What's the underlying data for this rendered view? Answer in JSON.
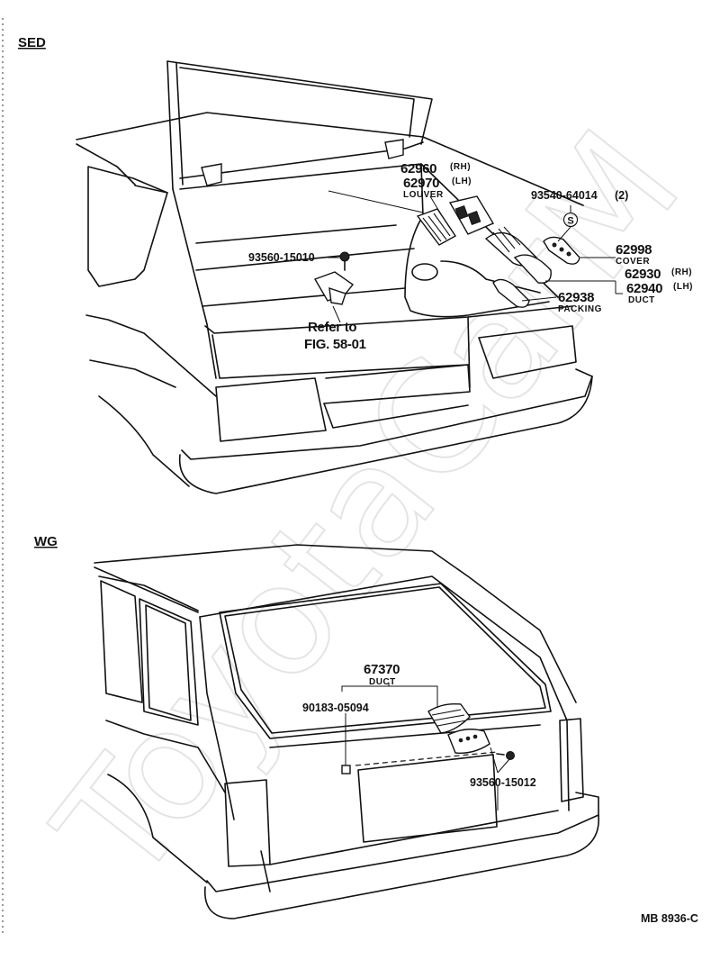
{
  "watermark": "ToyotaCarM",
  "figure_code": "MB 8936-C",
  "sed": {
    "header": "SED",
    "louver_rh": "62960",
    "louver_rh_side": "(RH)",
    "louver_lh": "62970",
    "louver_lh_side": "(LH)",
    "louver_name": "LOUVER",
    "screw_clip": "93540-64014",
    "screw_clip_qty": "(2)",
    "clip_symbol": "S",
    "cover_no": "62998",
    "cover_name": "COVER",
    "duct_rh": "62930",
    "duct_rh_side": "(RH)",
    "duct_lh": "62940",
    "duct_lh_side": "(LH)",
    "duct_name": "DUCT",
    "packing_no": "62938",
    "packing_name": "PACKING",
    "screw": "93560-15010",
    "refer_line1": "Refer to",
    "refer_line2": "FIG. 58-01"
  },
  "wg": {
    "header": "WG",
    "duct_no": "67370",
    "duct_name": "DUCT",
    "clip": "90183-05094",
    "screw": "93560-15012"
  }
}
